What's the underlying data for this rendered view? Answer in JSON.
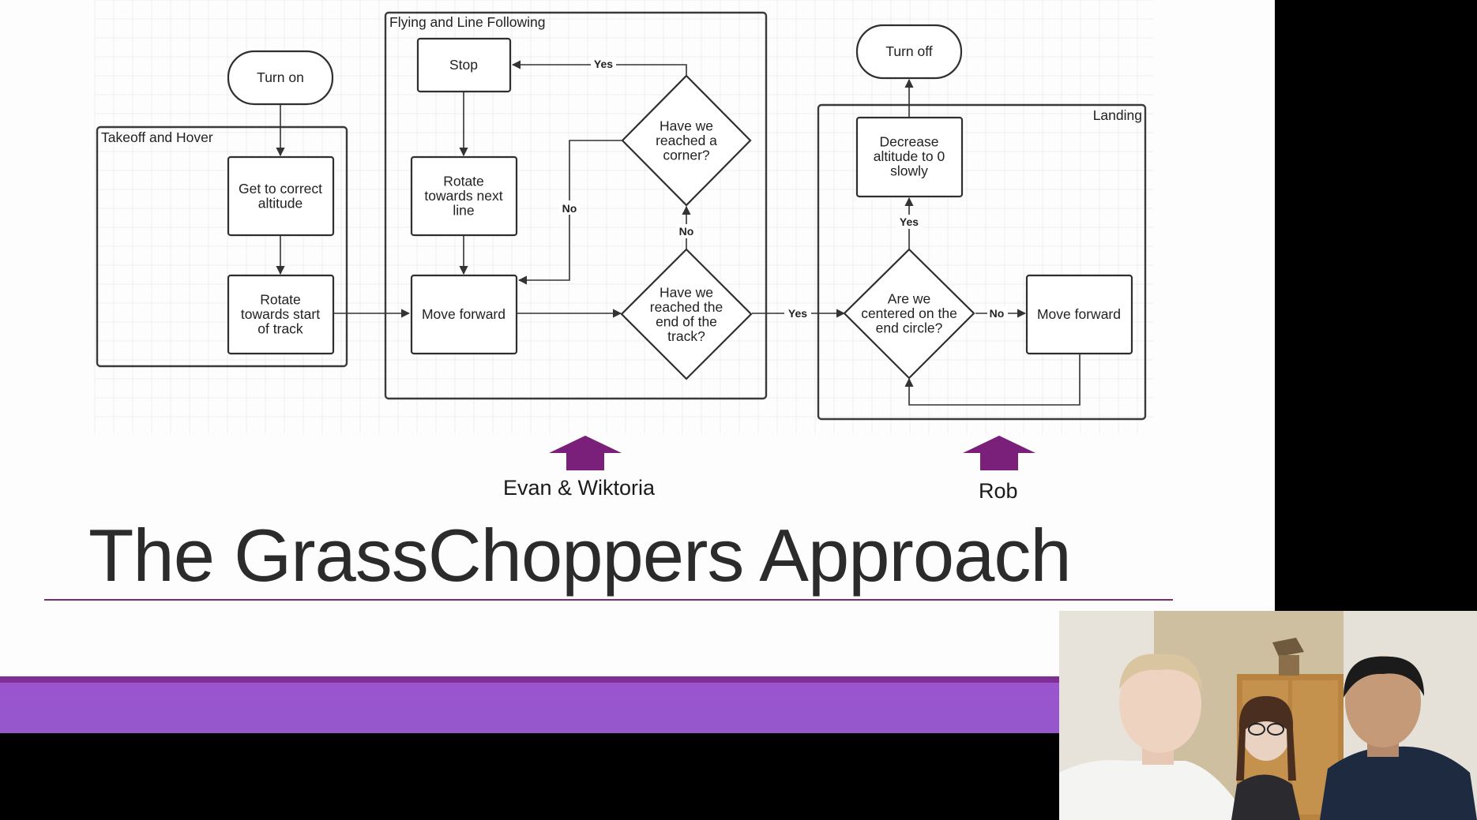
{
  "flowchart": {
    "groups": {
      "takeoff": "Takeoff and Hover",
      "flying": "Flying and Line Following",
      "landing": "Landing"
    },
    "nodes": {
      "turn_on": [
        "Turn on"
      ],
      "get_altitude": [
        "Get to correct",
        "altitude"
      ],
      "rotate_start": [
        "Rotate",
        "towards start",
        "of track"
      ],
      "stop": [
        "Stop"
      ],
      "rotate_next": [
        "Rotate",
        "towards next",
        "line"
      ],
      "move_forward_1": [
        "Move forward"
      ],
      "corner_decision": [
        "Have we",
        "reached a",
        "corner?"
      ],
      "end_decision": [
        "Have we",
        "reached the",
        "end of the",
        "track?"
      ],
      "turn_off": [
        "Turn off"
      ],
      "decrease_altitude": [
        "Decrease",
        "altitude to 0",
        "slowly"
      ],
      "centered_decision": [
        "Are we",
        "centered on the",
        "end circle?"
      ],
      "move_forward_2": [
        "Move forward"
      ]
    },
    "edge_labels": {
      "corner_yes": "Yes",
      "corner_no": "No",
      "end_no": "No",
      "end_yes": "Yes",
      "centered_yes": "Yes",
      "centered_no": "No"
    }
  },
  "presenters": {
    "flying_section": "Evan & Wiktoria",
    "landing_section": "Rob"
  },
  "slide": {
    "title": "The GrassChoppers Approach"
  },
  "colors": {
    "accent_purple": "#7a1f7a",
    "band_purple": "#9b55cf",
    "band_dark": "#7f2e95",
    "rule": "#7a2b73"
  }
}
